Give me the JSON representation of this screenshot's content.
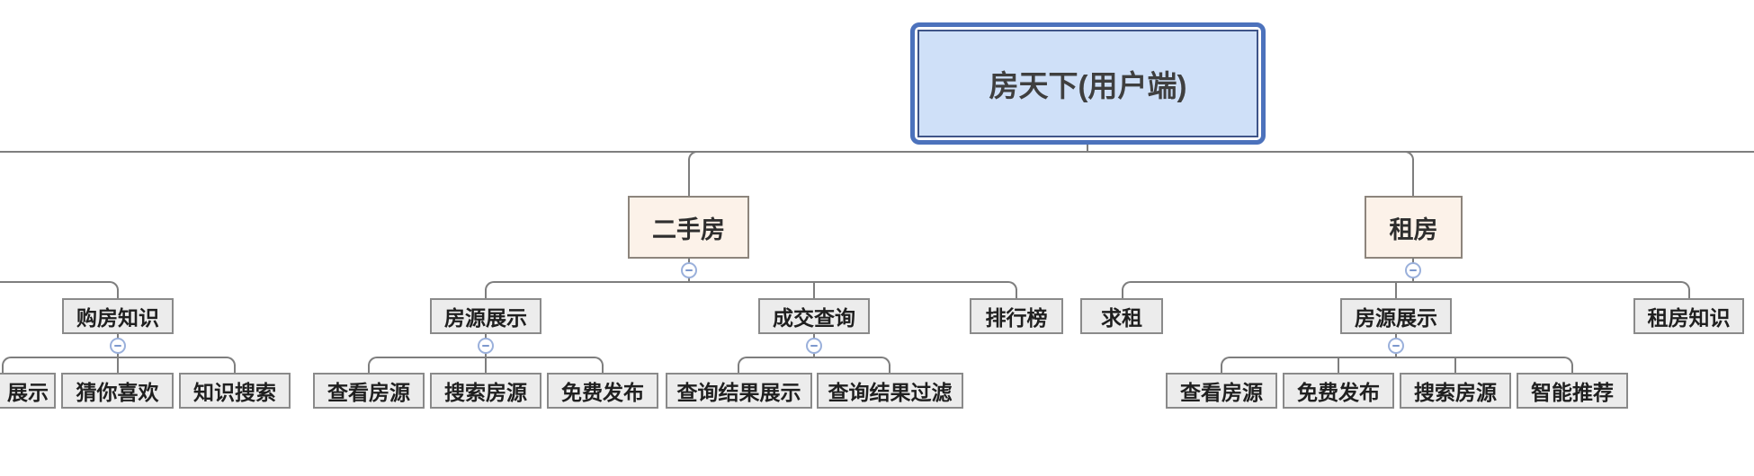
{
  "diagram": {
    "root": {
      "label": "房天下(用户端)"
    },
    "left_hidden_branch": {
      "purchase_knowledge": {
        "label": "购房知识",
        "children": [
          "展示",
          "猜你喜欢",
          "知识搜索"
        ]
      }
    },
    "second_hand": {
      "label": "二手房",
      "listing_display": {
        "label": "房源展示",
        "children": [
          "查看房源",
          "搜索房源",
          "免费发布"
        ]
      },
      "deal_query": {
        "label": "成交查询",
        "children": [
          "查询结果展示",
          "查询结果过滤"
        ]
      },
      "ranking": {
        "label": "排行榜"
      }
    },
    "rent": {
      "label": "租房",
      "seek_rent": {
        "label": "求租"
      },
      "listing_display": {
        "label": "房源展示",
        "children": [
          "查看房源",
          "免费发布",
          "搜索房源",
          "智能推荐"
        ]
      },
      "rent_knowledge": {
        "label": "租房知识"
      }
    },
    "colors": {
      "root_fill": "#CFE0F8",
      "root_border": "#4C72BC",
      "branch_fill": "#FCF2E9",
      "node_fill": "#ECECEC",
      "connector": "#7E7E7E",
      "collapse_icon": "#9AB0DB"
    }
  }
}
